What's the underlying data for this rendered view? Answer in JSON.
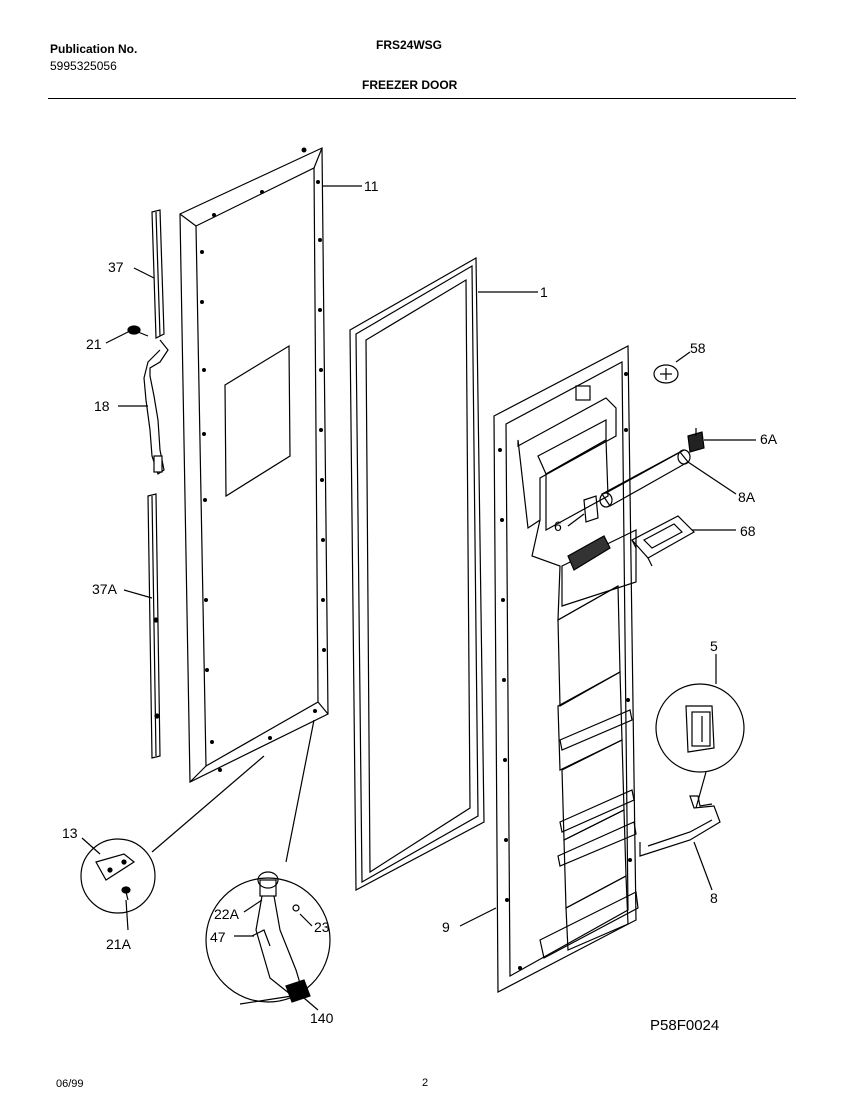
{
  "header": {
    "publication_label": "Publication No.",
    "publication_number": "5995325056",
    "model": "FRS24WSG",
    "section_title": "FREEZER DOOR"
  },
  "diagram_code": "P58F0024",
  "footer": {
    "date": "06/99",
    "page_number": "2"
  },
  "parts": [
    {
      "id": "p11",
      "label": "11"
    },
    {
      "id": "p1",
      "label": "1"
    },
    {
      "id": "p37",
      "label": "37"
    },
    {
      "id": "p21",
      "label": "21"
    },
    {
      "id": "p18",
      "label": "18"
    },
    {
      "id": "p37a",
      "label": "37A"
    },
    {
      "id": "p58",
      "label": "58"
    },
    {
      "id": "p6a",
      "label": "6A"
    },
    {
      "id": "p8a",
      "label": "8A"
    },
    {
      "id": "p6",
      "label": "6"
    },
    {
      "id": "p68",
      "label": "68"
    },
    {
      "id": "p5",
      "label": "5"
    },
    {
      "id": "p8",
      "label": "8"
    },
    {
      "id": "p9",
      "label": "9"
    },
    {
      "id": "p13",
      "label": "13"
    },
    {
      "id": "p21a",
      "label": "21A"
    },
    {
      "id": "p22a",
      "label": "22A"
    },
    {
      "id": "p23",
      "label": "23"
    },
    {
      "id": "p47",
      "label": "47"
    },
    {
      "id": "p140",
      "label": "140"
    }
  ]
}
